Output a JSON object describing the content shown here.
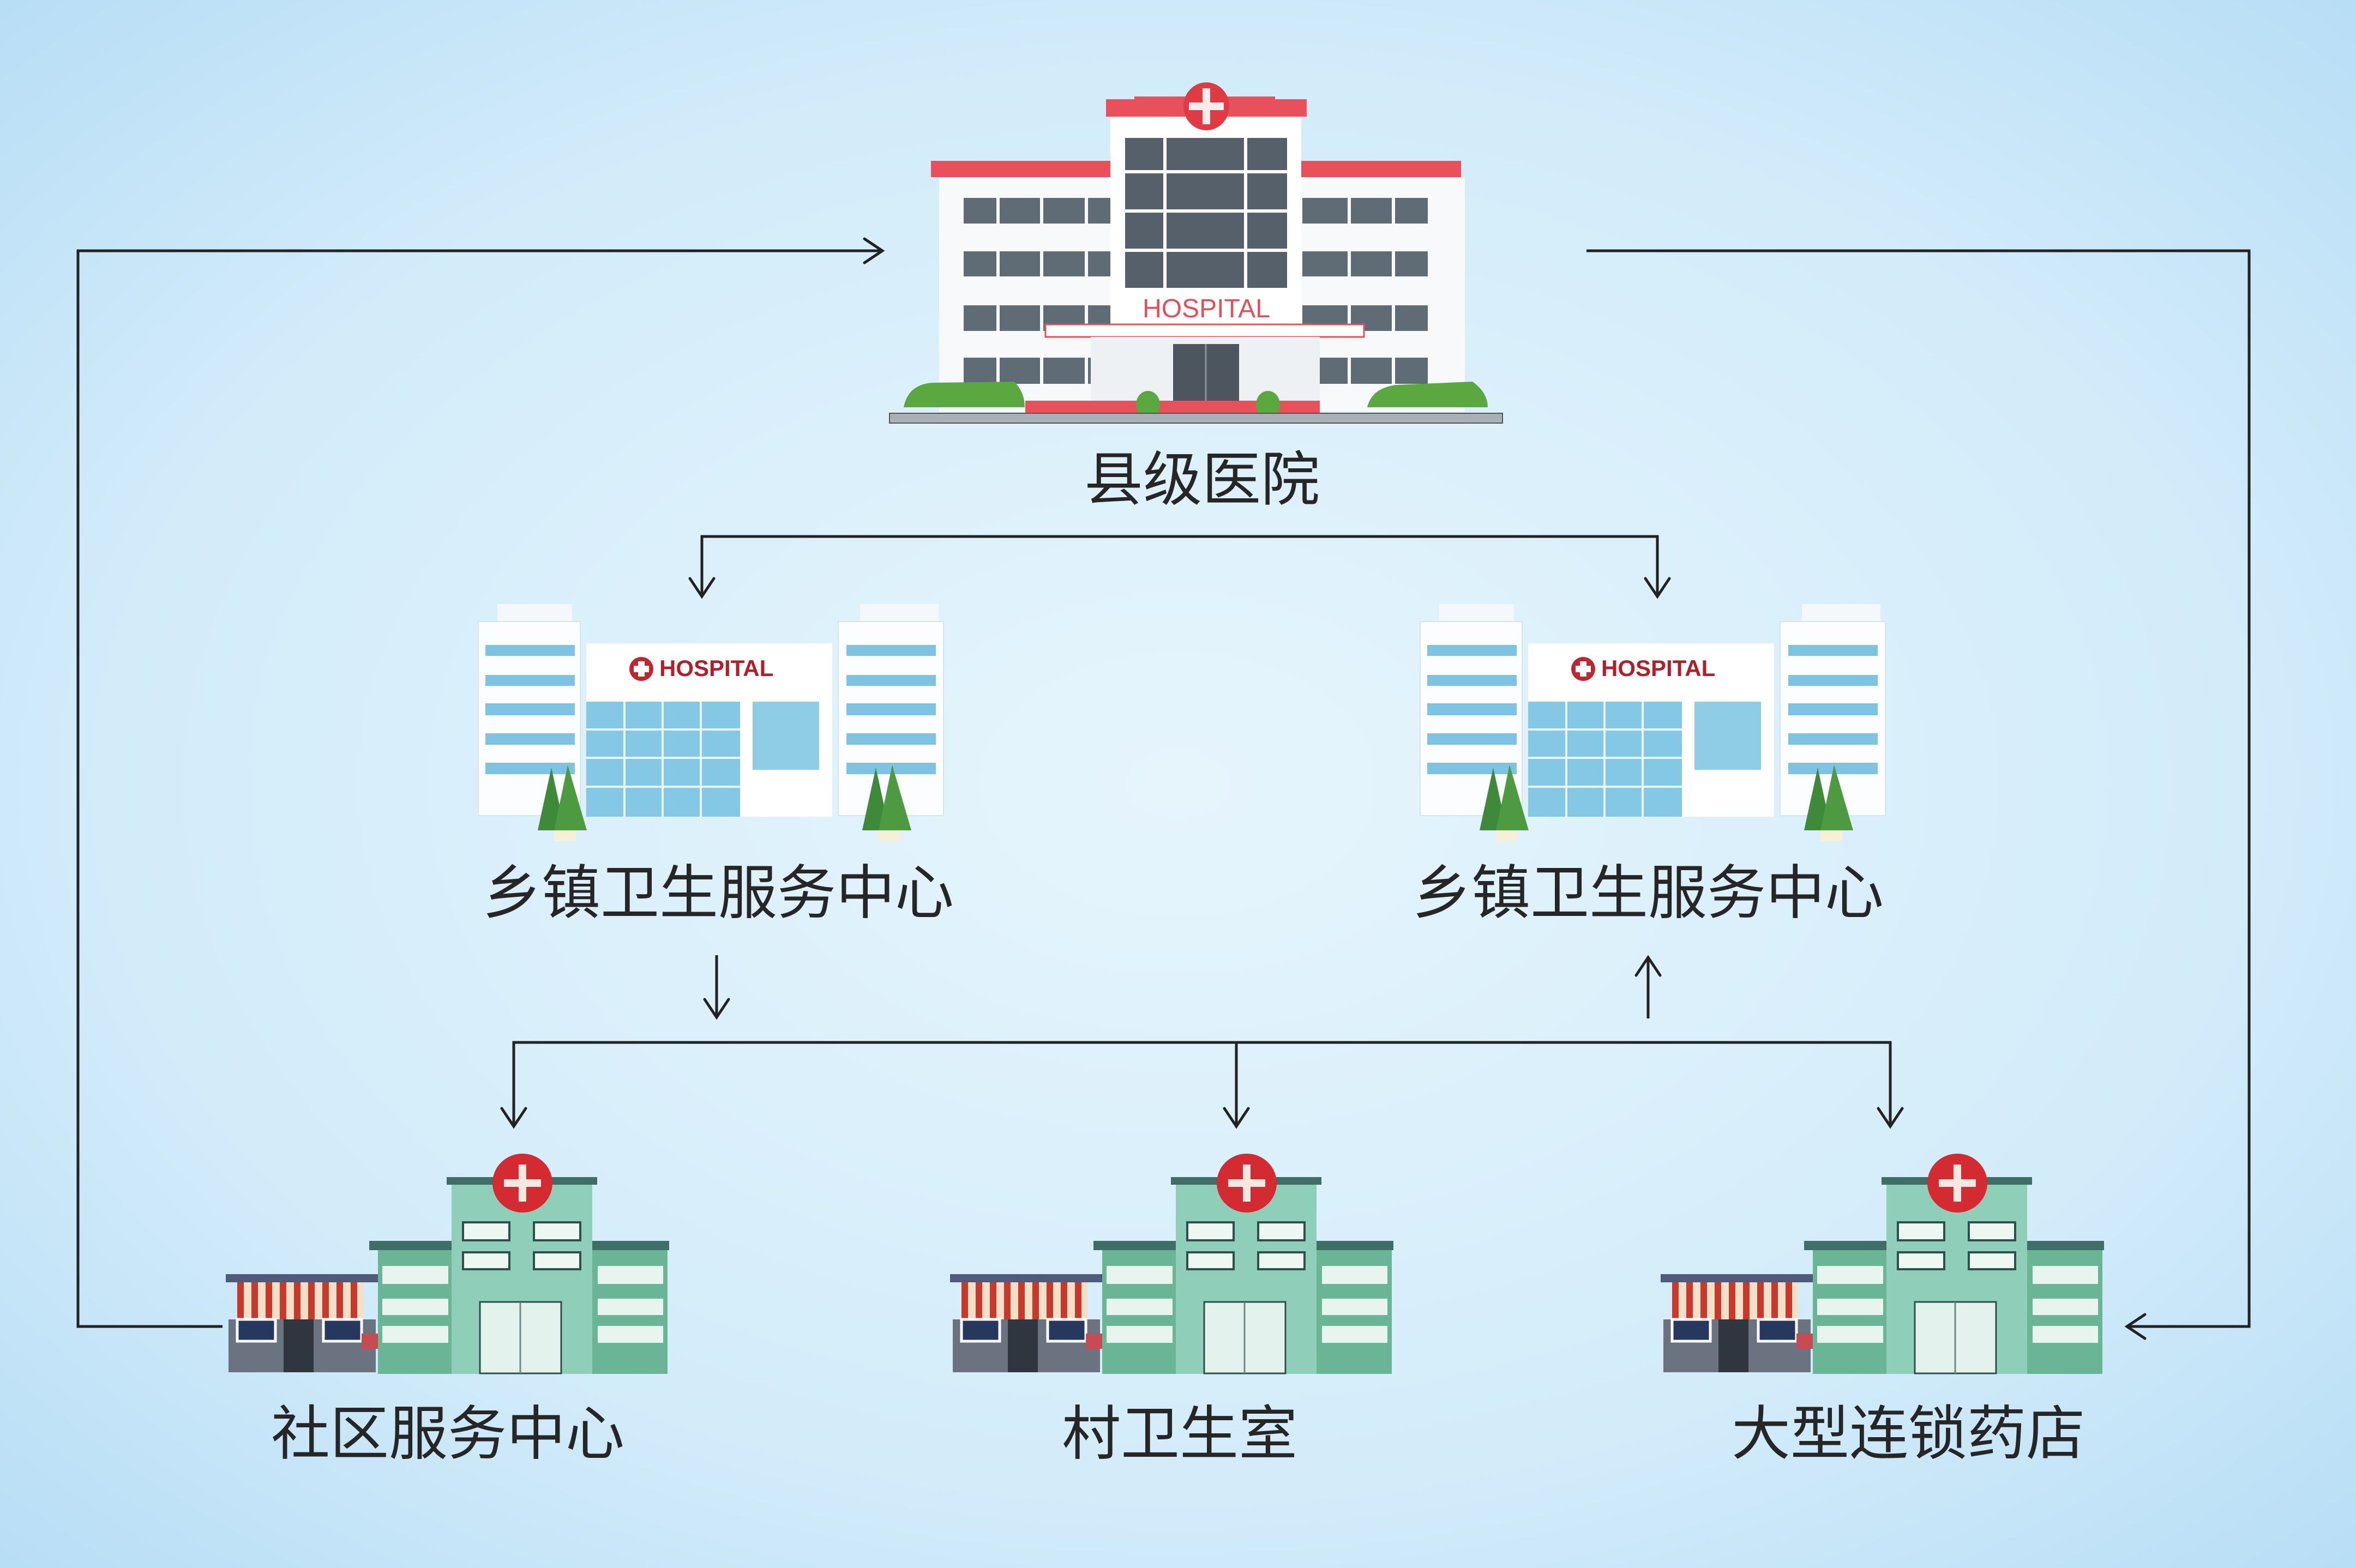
{
  "diagram": {
    "nodes": {
      "county_hospital": {
        "label": "县级医院",
        "sign": "HOSPITAL",
        "icon": "hospital-building-icon"
      },
      "township_left": {
        "label": "乡镇卫生服务中心",
        "sign": "HOSPITAL",
        "icon": "township-hospital-icon"
      },
      "township_right": {
        "label": "乡镇卫生服务中心",
        "sign": "HOSPITAL",
        "icon": "township-hospital-icon"
      },
      "community": {
        "label": "社区服务中心",
        "icon": "clinic-building-icon"
      },
      "village": {
        "label": "村卫生室",
        "icon": "clinic-building-icon"
      },
      "pharmacy": {
        "label": "大型连锁药店",
        "icon": "clinic-building-icon"
      }
    },
    "edges": [
      {
        "from": "county_hospital",
        "to": "township_left"
      },
      {
        "from": "county_hospital",
        "to": "township_right"
      },
      {
        "from": "township_left",
        "to": [
          "community",
          "village",
          "pharmacy"
        ]
      },
      {
        "from": [
          "community",
          "village",
          "pharmacy"
        ],
        "to": "township_right"
      },
      {
        "from": "community",
        "to": "county_hospital"
      },
      {
        "from": "county_hospital",
        "to": "pharmacy"
      }
    ],
    "colors": {
      "background": "#d6eefb",
      "line": "#222222",
      "county_accent": "#e8515c",
      "clinic_green": "#6fbfa2",
      "cross_red": "#d42a32",
      "glass_blue": "#7cc4e4"
    }
  }
}
